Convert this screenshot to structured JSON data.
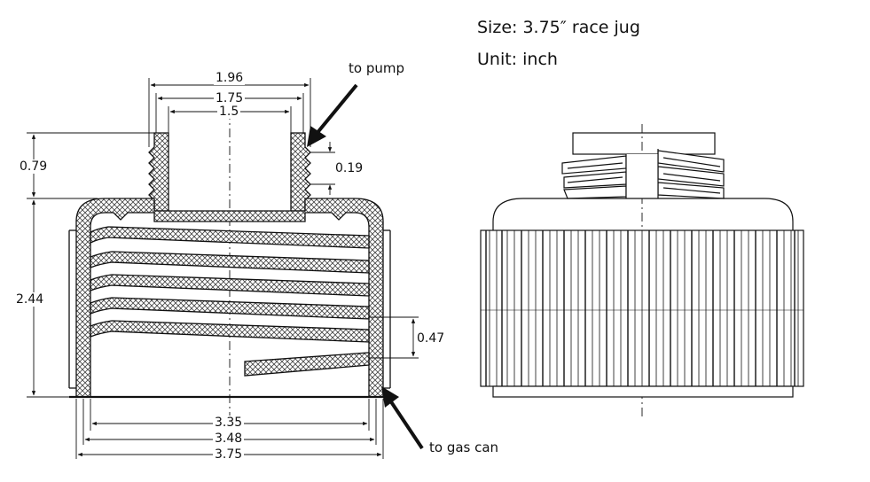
{
  "info": {
    "size": "Size: 3.75″   race jug",
    "unit": "Unit: inch"
  },
  "labels": {
    "to_pump": "to pump",
    "to_gas_can": "to gas can"
  },
  "dimensions": {
    "top_outer": "1.96",
    "top_mid": "1.75",
    "top_inner": "1.5",
    "neck_height": "0.79",
    "thread_pitch_top": "0.19",
    "body_height": "2.44",
    "thread_pitch_body": "0.47",
    "base_inner": "3.35",
    "base_mid": "3.48",
    "base_outer": "3.75"
  }
}
